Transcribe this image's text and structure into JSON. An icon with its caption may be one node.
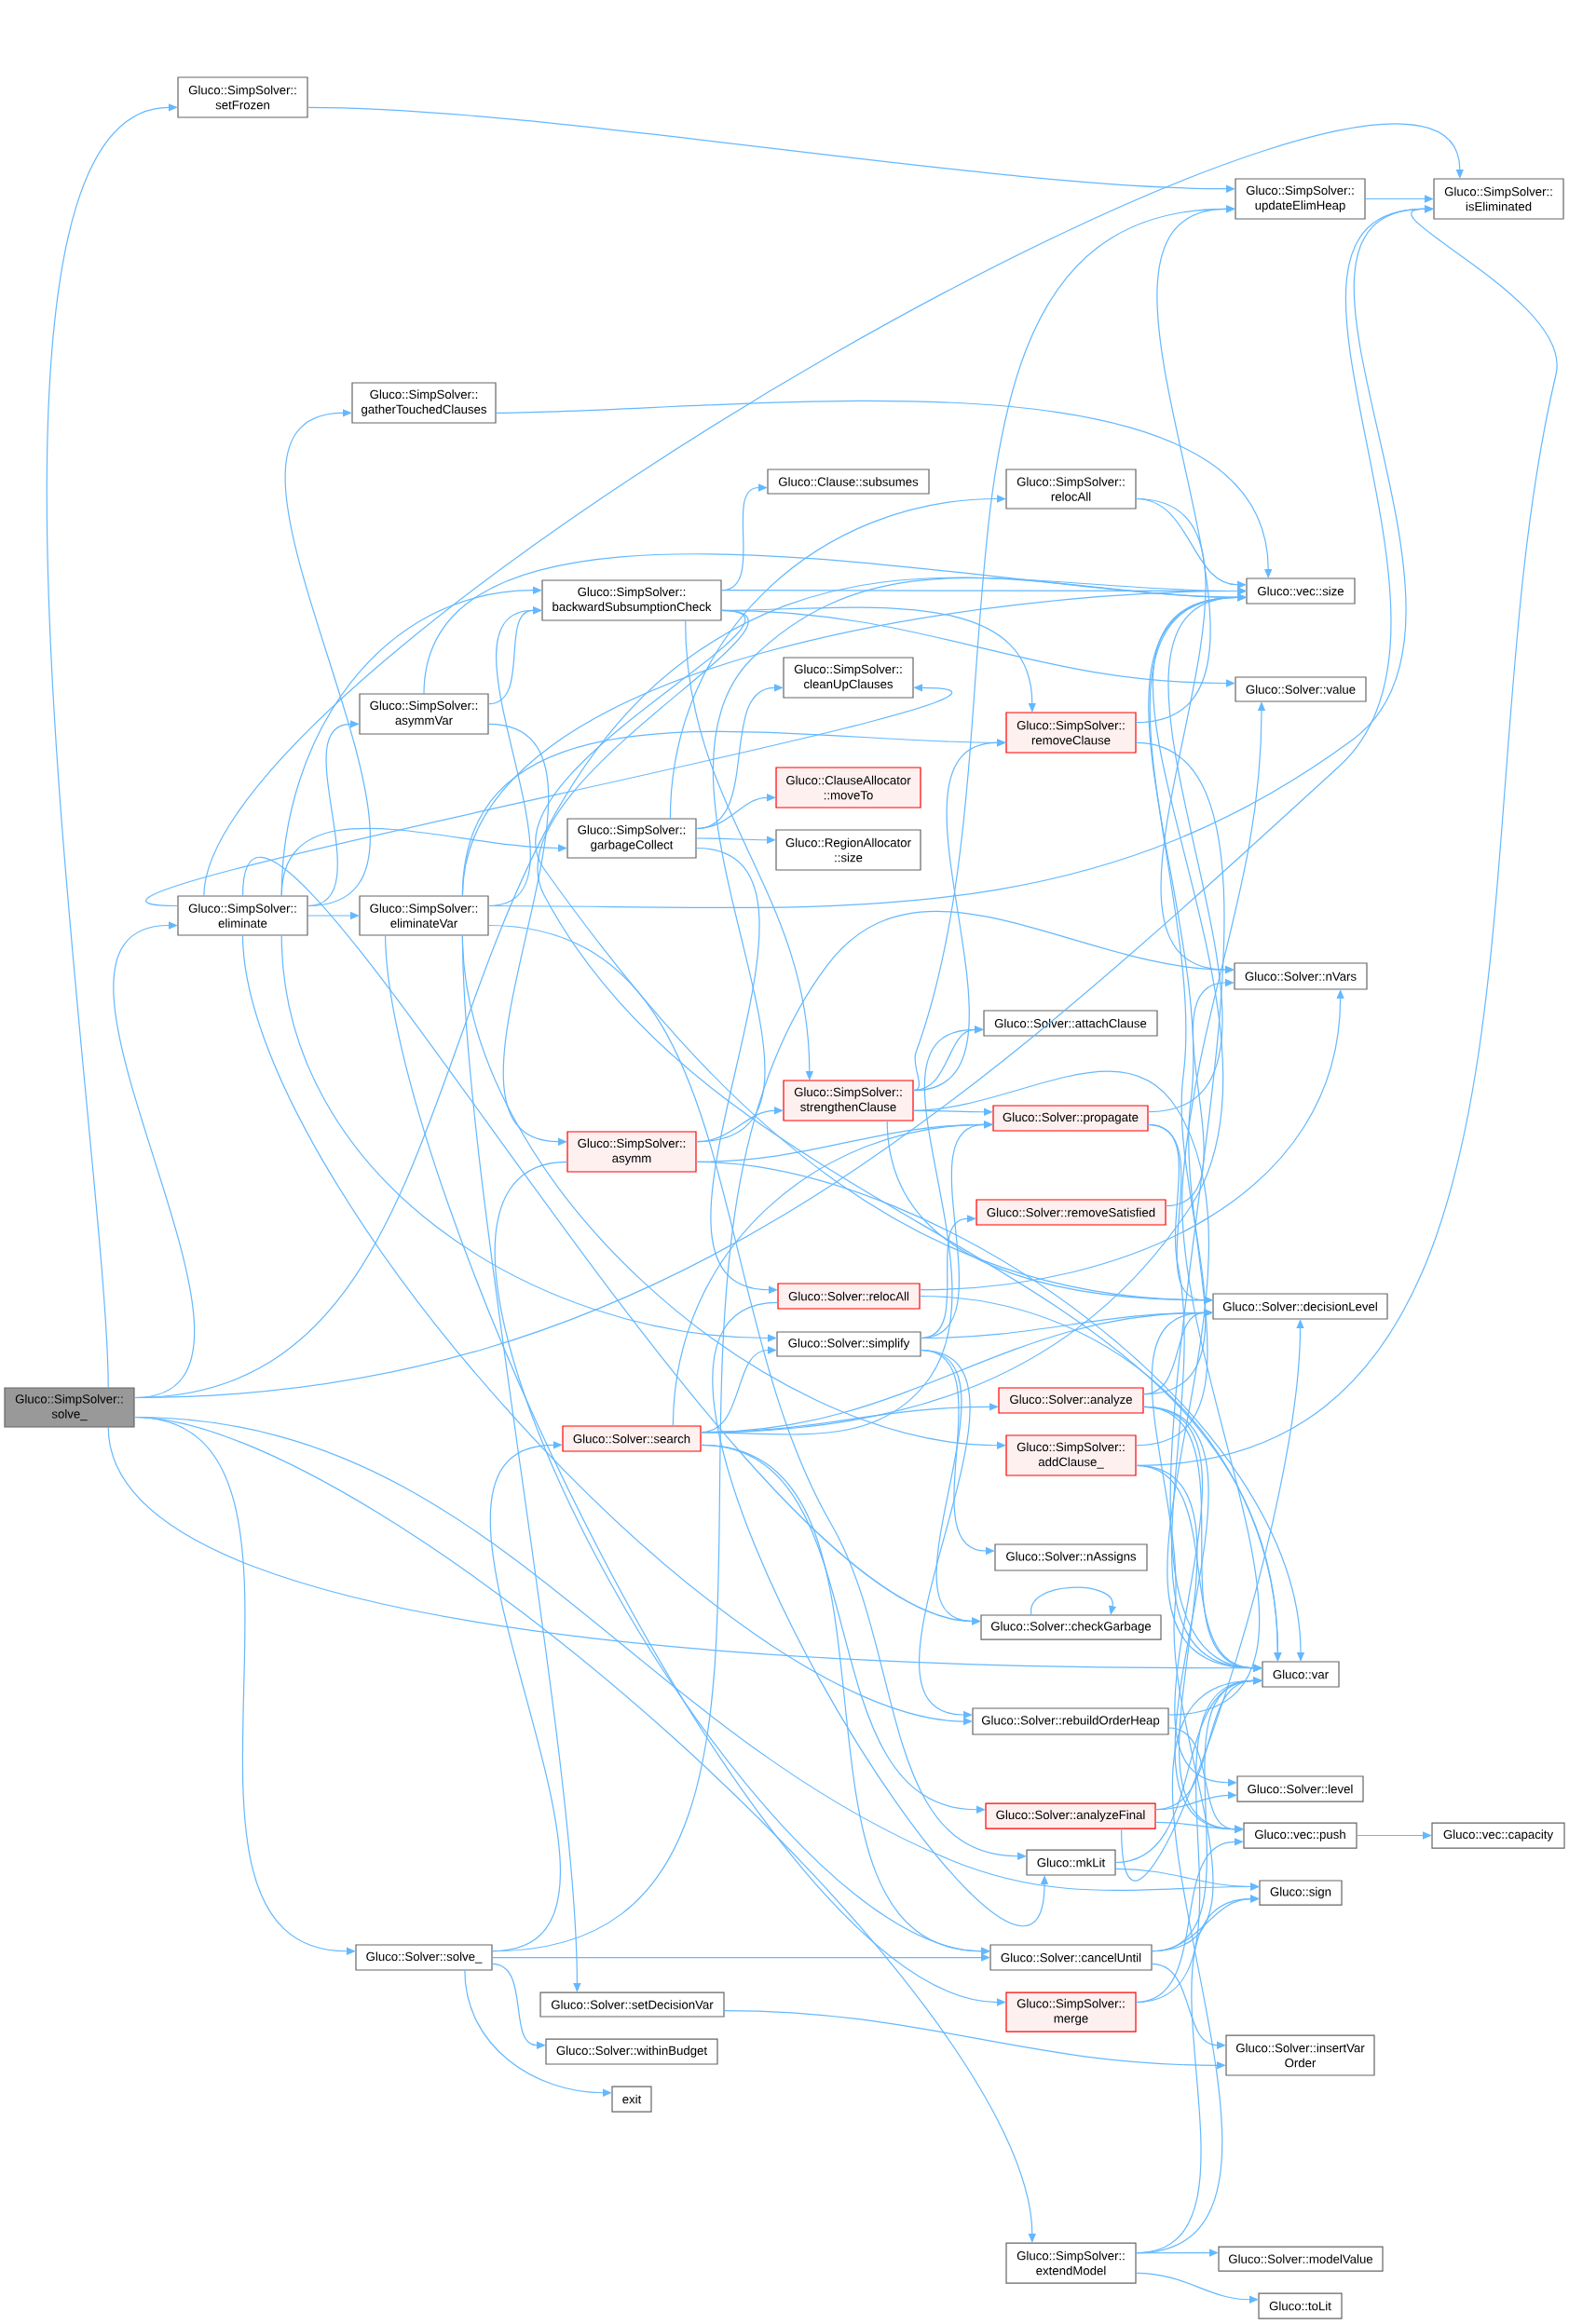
{
  "diagram": {
    "nodes": [
      {
        "text": [
          "Gluco::SimpSolver:: solve_"
        ]
      },
      {
        "text": [
          "Gluco::SimpSolver:: setFrozen"
        ]
      },
      {
        "text": [
          "Gluco::SimpSolver:: isEliminated"
        ]
      },
      {
        "text": [
          "Gluco::SimpSolver:: updateElimHeap"
        ]
      },
      {
        "text": [
          "Gluco::SimpSolver:: gatherTouchedClauses"
        ]
      },
      {
        "text": [
          "Gluco::vec::size"
        ]
      },
      {
        "text": [
          "Gluco::Clause::subsumes"
        ]
      },
      {
        "text": [
          "Gluco::SimpSolver:: relocAll"
        ]
      },
      {
        "text": [
          "Gluco::SimpSolver:: backwardSubsumptionCheck"
        ]
      },
      {
        "text": [
          "Gluco::SimpSolver:: asymmVar"
        ]
      },
      {
        "text": [
          "Gluco::SimpSolver:: cleanUpClauses"
        ]
      },
      {
        "text": [
          "Gluco::SimpSolver:: removeClause"
        ]
      },
      {
        "text": [
          "Gluco::Solver::value"
        ]
      },
      {
        "text": [
          "Gluco::ClauseAllocator ::moveTo"
        ]
      },
      {
        "text": [
          "Gluco::SimpSolver:: garbageCollect"
        ]
      },
      {
        "text": [
          "Gluco::RegionAllocator ::size"
        ]
      },
      {
        "text": [
          "Gluco::SimpSolver:: eliminate"
        ]
      },
      {
        "text": [
          "Gluco::SimpSolver:: eliminateVar"
        ]
      },
      {
        "text": [
          "Gluco::Solver::nVars"
        ]
      },
      {
        "text": [
          "Gluco::Solver::attachClause"
        ]
      },
      {
        "text": [
          "Gluco::SimpSolver:: asymm"
        ]
      },
      {
        "text": [
          "Gluco::SimpSolver:: strengthenClause"
        ]
      },
      {
        "text": [
          "Gluco::Solver::propagate"
        ]
      },
      {
        "text": [
          "Gluco::Solver::removeSatisfied"
        ]
      },
      {
        "text": [
          "Gluco::Solver::relocAll"
        ]
      },
      {
        "text": [
          "Gluco::Solver::decisionLevel"
        ]
      },
      {
        "text": [
          "Gluco::Solver::simplify"
        ]
      },
      {
        "text": [
          "Gluco::Solver::search"
        ]
      },
      {
        "text": [
          "Gluco::Solver::analyze"
        ]
      },
      {
        "text": [
          "Gluco::SimpSolver:: addClause_"
        ]
      },
      {
        "text": [
          "Gluco::Solver::nAssigns"
        ]
      },
      {
        "text": [
          "Gluco::Solver::checkGarbage"
        ]
      },
      {
        "text": [
          "Gluco::var"
        ]
      },
      {
        "text": [
          "Gluco::Solver::rebuildOrderHeap"
        ]
      },
      {
        "text": [
          "Gluco::Solver::level"
        ]
      },
      {
        "text": [
          "Gluco::Solver::analyzeFinal"
        ]
      },
      {
        "text": [
          "Gluco::vec::push"
        ]
      },
      {
        "text": [
          "Gluco::vec::capacity"
        ]
      },
      {
        "text": [
          "Gluco::mkLit"
        ]
      },
      {
        "text": [
          "Gluco::sign"
        ]
      },
      {
        "text": [
          "Gluco::Solver::solve_"
        ]
      },
      {
        "text": [
          "Gluco::Solver::cancelUntil"
        ]
      },
      {
        "text": [
          "Gluco::SimpSolver:: merge"
        ]
      },
      {
        "text": [
          "Gluco::Solver::insertVar Order"
        ]
      },
      {
        "text": [
          "Gluco::Solver::setDecisionVar"
        ]
      },
      {
        "text": [
          "Gluco::Solver::withinBudget"
        ]
      },
      {
        "text": [
          "exit"
        ]
      },
      {
        "text": [
          "Gluco::SimpSolver:: extendModel"
        ]
      },
      {
        "text": [
          "Gluco::Solver::modelValue"
        ]
      },
      {
        "text": [
          "Gluco::toLit"
        ]
      }
    ],
    "edges": [
      {
        "from": 0,
        "to": 1,
        "arrow": "to"
      },
      {
        "from": 0,
        "to": 2,
        "arrow": "to"
      },
      {
        "from": 0,
        "to": 5,
        "arrow": "to"
      },
      {
        "from": 0,
        "to": 16,
        "arrow": "to"
      },
      {
        "from": 0,
        "to": 40,
        "arrow": "to"
      },
      {
        "from": 0,
        "to": 47,
        "arrow": "to"
      },
      {
        "from": 0,
        "to": 32,
        "arrow": "to"
      },
      {
        "from": 0,
        "to": 39,
        "arrow": "to"
      },
      {
        "from": 1,
        "to": 3,
        "arrow": "to"
      },
      {
        "from": 3,
        "to": 2,
        "arrow": "to"
      },
      {
        "from": 4,
        "to": 5,
        "arrow": "to"
      },
      {
        "from": 7,
        "to": 5,
        "arrow": "to"
      },
      {
        "from": 7,
        "to": 18,
        "arrow": "to"
      },
      {
        "from": 8,
        "to": 5,
        "arrow": "to"
      },
      {
        "from": 8,
        "to": 6,
        "arrow": "to"
      },
      {
        "from": 8,
        "to": 11,
        "arrow": "to"
      },
      {
        "from": 8,
        "to": 21,
        "arrow": "to"
      },
      {
        "from": 8,
        "to": 25,
        "arrow": "to"
      },
      {
        "from": 8,
        "to": 32,
        "arrow": "to"
      },
      {
        "from": 8,
        "to": 12,
        "arrow": "to"
      },
      {
        "from": 9,
        "to": 5,
        "arrow": "to"
      },
      {
        "from": 9,
        "to": 8,
        "arrow": "to"
      },
      {
        "from": 9,
        "to": 20,
        "arrow": "to"
      },
      {
        "from": 11,
        "to": 3,
        "arrow": "to"
      },
      {
        "from": 11,
        "to": 32,
        "arrow": "to"
      },
      {
        "from": 14,
        "to": 7,
        "arrow": "to"
      },
      {
        "from": 14,
        "to": 10,
        "arrow": "to"
      },
      {
        "from": 14,
        "to": 13,
        "arrow": "to"
      },
      {
        "from": 14,
        "to": 15,
        "arrow": "to"
      },
      {
        "from": 14,
        "to": 24,
        "arrow": "to"
      },
      {
        "from": 16,
        "to": 4,
        "arrow": "to"
      },
      {
        "from": 16,
        "to": 8,
        "arrow": "to"
      },
      {
        "from": 16,
        "to": 9,
        "arrow": "to"
      },
      {
        "from": 16,
        "to": 10,
        "arrow": "to"
      },
      {
        "from": 16,
        "to": 14,
        "arrow": "to"
      },
      {
        "from": 16,
        "to": 17,
        "arrow": "to"
      },
      {
        "from": 16,
        "to": 26,
        "arrow": "to"
      },
      {
        "from": 16,
        "to": 31,
        "arrow": "to"
      },
      {
        "from": 16,
        "to": 33,
        "arrow": "to"
      },
      {
        "from": 16,
        "to": 2,
        "arrow": "to"
      },
      {
        "from": 17,
        "to": 2,
        "arrow": "to"
      },
      {
        "from": 17,
        "to": 5,
        "arrow": "to"
      },
      {
        "from": 17,
        "to": 8,
        "arrow": "to"
      },
      {
        "from": 17,
        "to": 11,
        "arrow": "to"
      },
      {
        "from": 17,
        "to": 29,
        "arrow": "to"
      },
      {
        "from": 17,
        "to": 38,
        "arrow": "to"
      },
      {
        "from": 17,
        "to": 42,
        "arrow": "to"
      },
      {
        "from": 17,
        "to": 44,
        "arrow": "to"
      },
      {
        "from": 20,
        "to": 5,
        "arrow": "to"
      },
      {
        "from": 20,
        "to": 21,
        "arrow": "to"
      },
      {
        "from": 20,
        "to": 22,
        "arrow": "to"
      },
      {
        "from": 20,
        "to": 41,
        "arrow": "to"
      },
      {
        "from": 20,
        "to": 32,
        "arrow": "to"
      },
      {
        "from": 21,
        "to": 3,
        "arrow": "to"
      },
      {
        "from": 21,
        "to": 11,
        "arrow": "to"
      },
      {
        "from": 21,
        "to": 19,
        "arrow": "to"
      },
      {
        "from": 21,
        "to": 22,
        "arrow": "to"
      },
      {
        "from": 21,
        "to": 25,
        "arrow": "to"
      },
      {
        "from": 21,
        "to": 32,
        "arrow": "to"
      },
      {
        "from": 22,
        "to": 5,
        "arrow": "to"
      },
      {
        "from": 22,
        "to": 25,
        "arrow": "to"
      },
      {
        "from": 22,
        "to": 32,
        "arrow": "to"
      },
      {
        "from": 23,
        "to": 18,
        "arrow": "to"
      },
      {
        "from": 24,
        "to": 18,
        "arrow": "to"
      },
      {
        "from": 24,
        "to": 32,
        "arrow": "to"
      },
      {
        "from": 24,
        "to": 38,
        "arrow": "to"
      },
      {
        "from": 26,
        "to": 22,
        "arrow": "to"
      },
      {
        "from": 26,
        "to": 23,
        "arrow": "to"
      },
      {
        "from": 26,
        "to": 25,
        "arrow": "to"
      },
      {
        "from": 26,
        "to": 30,
        "arrow": "to"
      },
      {
        "from": 26,
        "to": 31,
        "arrow": "to"
      },
      {
        "from": 26,
        "to": 33,
        "arrow": "to"
      },
      {
        "from": 27,
        "to": 5,
        "arrow": "to"
      },
      {
        "from": 27,
        "to": 19,
        "arrow": "to"
      },
      {
        "from": 27,
        "to": 22,
        "arrow": "to"
      },
      {
        "from": 27,
        "to": 25,
        "arrow": "to"
      },
      {
        "from": 27,
        "to": 26,
        "arrow": "to"
      },
      {
        "from": 27,
        "to": 28,
        "arrow": "to"
      },
      {
        "from": 27,
        "to": 35,
        "arrow": "to"
      },
      {
        "from": 27,
        "to": 41,
        "arrow": "to"
      },
      {
        "from": 28,
        "to": 5,
        "arrow": "to"
      },
      {
        "from": 28,
        "to": 25,
        "arrow": "to"
      },
      {
        "from": 28,
        "to": 32,
        "arrow": "to"
      },
      {
        "from": 28,
        "to": 34,
        "arrow": "to"
      },
      {
        "from": 28,
        "to": 36,
        "arrow": "to"
      },
      {
        "from": 29,
        "to": 2,
        "arrow": "to"
      },
      {
        "from": 29,
        "to": 5,
        "arrow": "to"
      },
      {
        "from": 29,
        "to": 32,
        "arrow": "to"
      },
      {
        "from": 29,
        "to": 36,
        "arrow": "to"
      },
      {
        "from": 31,
        "to": 31,
        "arrow": "to"
      },
      {
        "from": 33,
        "to": 12,
        "arrow": "to"
      },
      {
        "from": 33,
        "to": 36,
        "arrow": "to"
      },
      {
        "from": 35,
        "to": 25,
        "arrow": "to"
      },
      {
        "from": 35,
        "to": 32,
        "arrow": "to"
      },
      {
        "from": 35,
        "to": 34,
        "arrow": "to"
      },
      {
        "from": 35,
        "to": 36,
        "arrow": "to"
      },
      {
        "from": 36,
        "to": 37,
        "arrow": "to"
      },
      {
        "from": 38,
        "to": 32,
        "arrow": "to"
      },
      {
        "from": 38,
        "to": 39,
        "arrow": "to"
      },
      {
        "from": 40,
        "to": 18,
        "arrow": "to"
      },
      {
        "from": 40,
        "to": 27,
        "arrow": "to"
      },
      {
        "from": 40,
        "to": 41,
        "arrow": "to"
      },
      {
        "from": 40,
        "to": 45,
        "arrow": "to"
      },
      {
        "from": 40,
        "to": 46,
        "arrow": "to"
      },
      {
        "from": 41,
        "to": 25,
        "arrow": "to"
      },
      {
        "from": 41,
        "to": 32,
        "arrow": "to"
      },
      {
        "from": 41,
        "to": 39,
        "arrow": "to"
      },
      {
        "from": 41,
        "to": 43,
        "arrow": "to"
      },
      {
        "from": 42,
        "to": 32,
        "arrow": "to"
      },
      {
        "from": 42,
        "to": 36,
        "arrow": "to"
      },
      {
        "from": 44,
        "to": 43,
        "arrow": "to"
      },
      {
        "from": 47,
        "to": 48,
        "arrow": "to"
      },
      {
        "from": 47,
        "to": 49,
        "arrow": "to"
      },
      {
        "from": 47,
        "to": 32,
        "arrow": "to"
      },
      {
        "from": 47,
        "to": 39,
        "arrow": "to"
      }
    ]
  }
}
